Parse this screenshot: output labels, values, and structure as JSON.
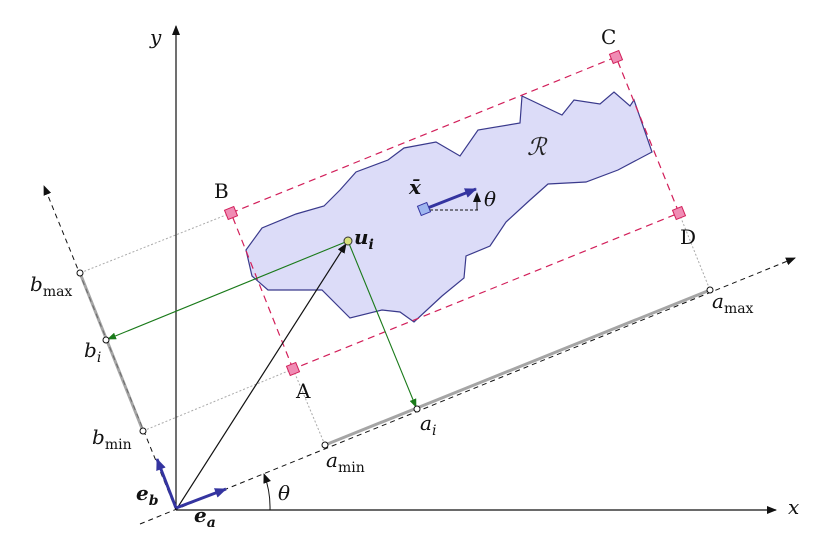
{
  "colors": {
    "region_fill": "#dcdcf8",
    "region_stroke": "#3a3a8c",
    "rect_dash": "#d21f5a",
    "corner_marker": "#f08cb4",
    "basis_vector": "#3434a0",
    "projection": "#1a7a1a",
    "centroid_marker": "#9fb6f0",
    "guide": "#aaaaaa"
  },
  "axes": {
    "x_label": "x",
    "y_label": "y",
    "angle_label": "θ"
  },
  "basis": {
    "ea_main": "e",
    "ea_sub": "a",
    "eb_main": "e",
    "eb_sub": "b"
  },
  "region": {
    "label": "ℛ"
  },
  "corners": {
    "A": "A",
    "B": "B",
    "C": "C",
    "D": "D"
  },
  "point": {
    "main": "u",
    "sub": "i"
  },
  "centroid": {
    "label": "x̄",
    "angle_label": "θ"
  },
  "a_axis": {
    "a_min_main": "a",
    "a_min_sub": "min",
    "a_i_main": "a",
    "a_i_sub": "i",
    "a_max_main": "a",
    "a_max_sub": "max"
  },
  "b_axis": {
    "b_min_main": "b",
    "b_min_sub": "min",
    "b_i_main": "b",
    "b_i_sub": "i",
    "b_max_main": "b",
    "b_max_sub": "max"
  }
}
